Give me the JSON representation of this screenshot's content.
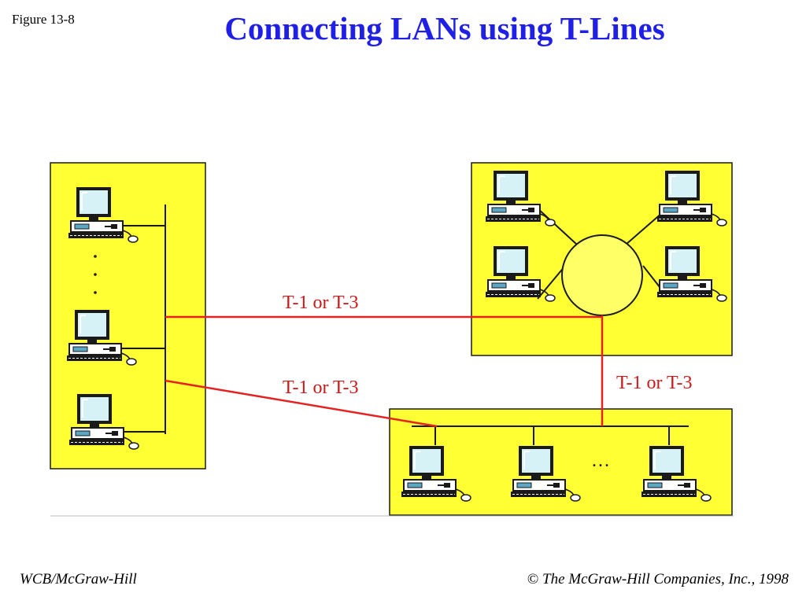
{
  "figure_label": "Figure 13-8",
  "title": "Connecting LANs using T-Lines",
  "diagram": {
    "links": [
      {
        "label": "T-1 or T-3"
      },
      {
        "label": "T-1 or T-3"
      },
      {
        "label": "T-1 or T-3"
      }
    ],
    "left_lan": {
      "ellipsis": "·\n·\n·"
    },
    "bottom_lan": {
      "ellipsis": "…"
    }
  },
  "footer": {
    "publisher": "WCB/McGraw-Hill",
    "copyright_symbol": "©",
    "copyright": "The McGraw-Hill Companies, Inc., 1998"
  },
  "colors": {
    "title": "#1f1fe6",
    "lan_fill": "#ffff33",
    "link_line": "#e52222",
    "screen": "#d6f2f6"
  }
}
